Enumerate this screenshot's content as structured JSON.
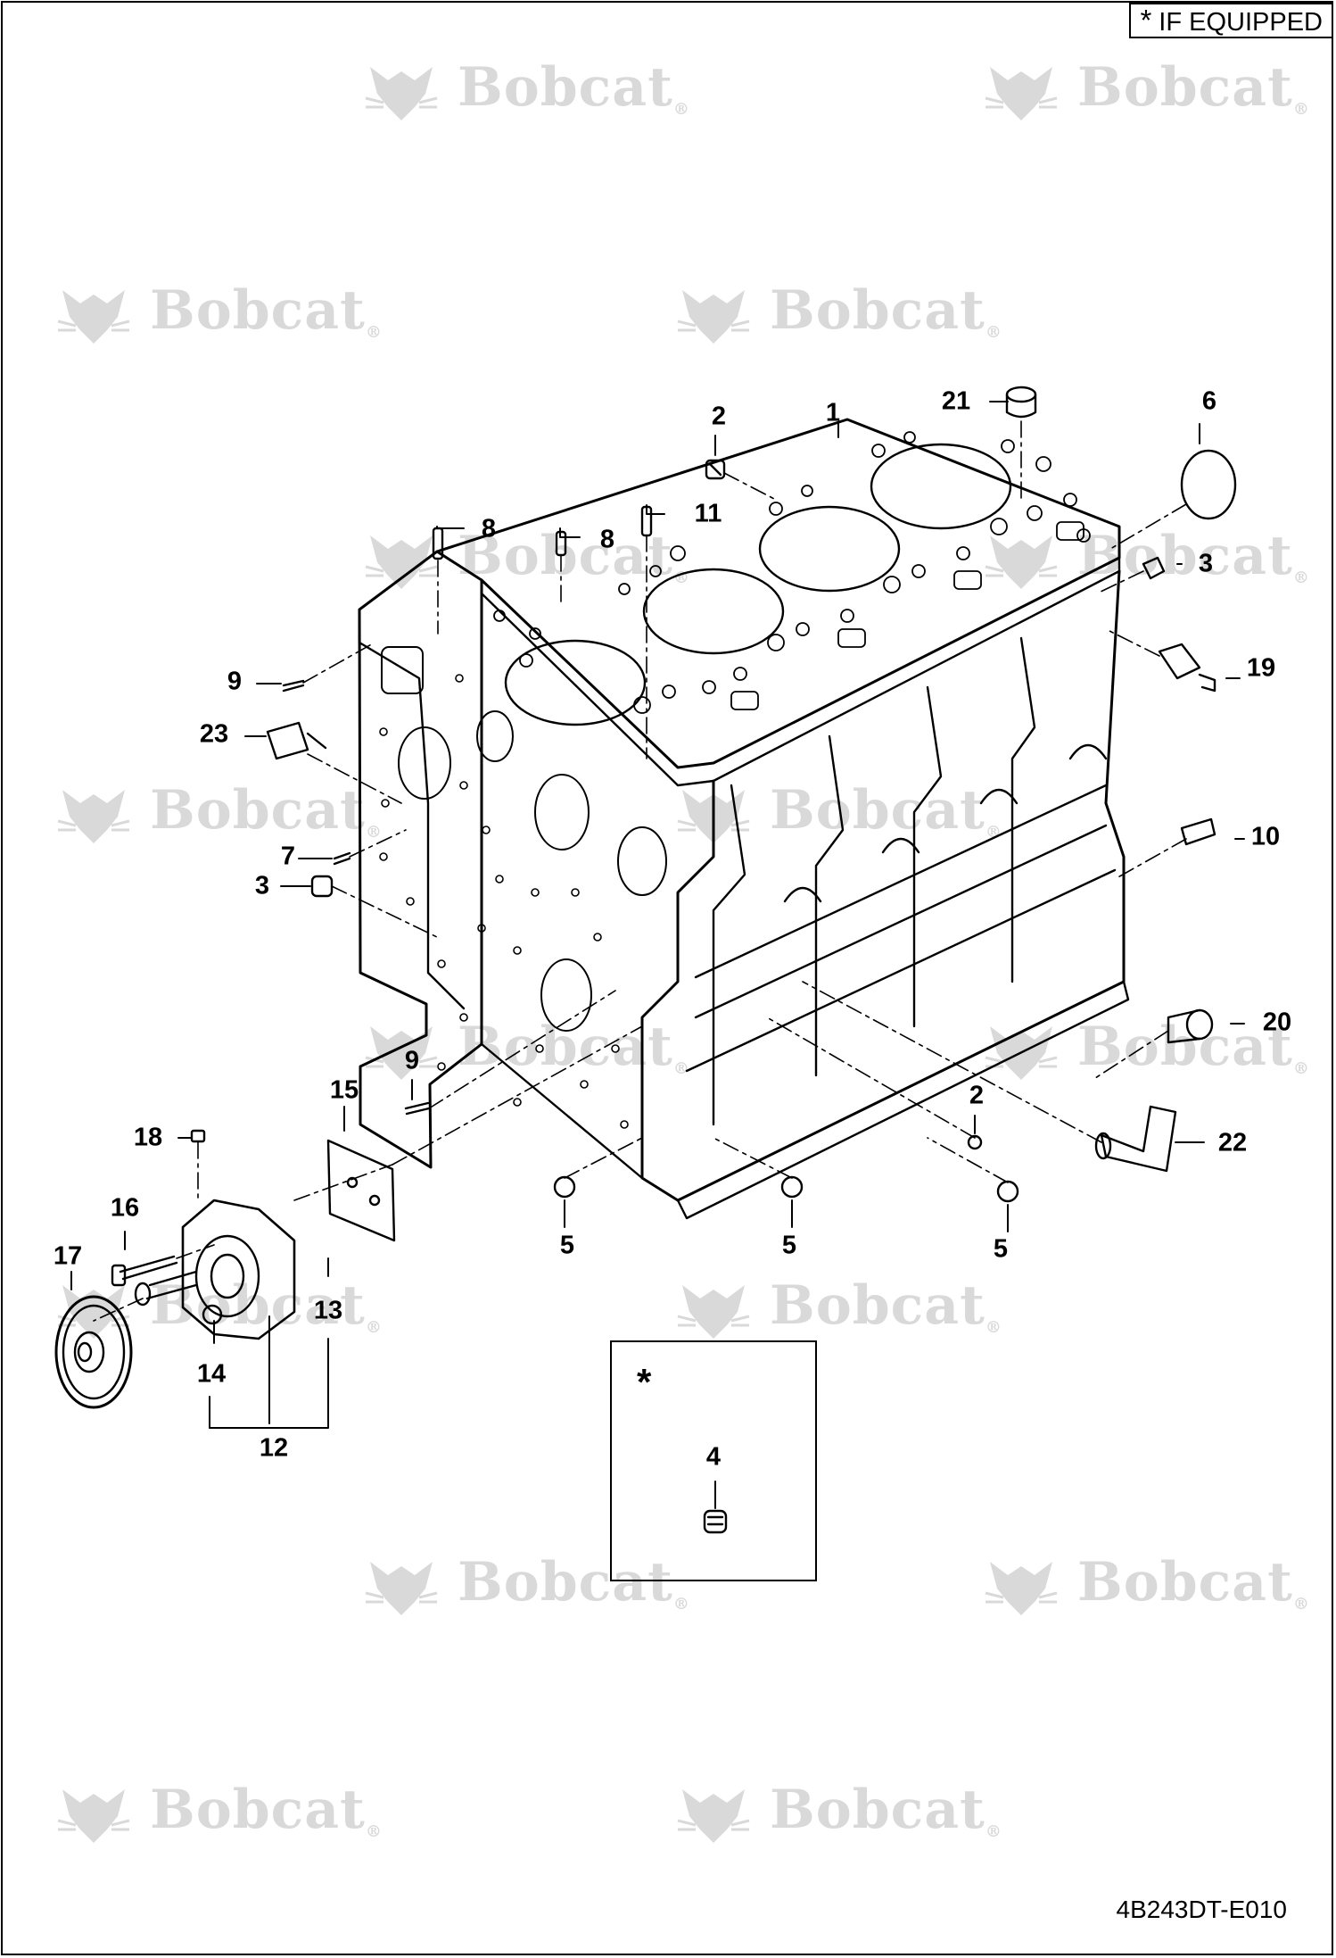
{
  "legend": {
    "symbol": "*",
    "text": "IF EQUIPPED"
  },
  "watermark": {
    "text": "Bobcat",
    "mark": "®",
    "color": "#d9d9d9"
  },
  "drawing_code": "4B243DT-E010",
  "optional_box": {
    "symbol": "*",
    "part": "4"
  },
  "callouts": [
    "1",
    "2",
    "2",
    "3",
    "3",
    "4",
    "5",
    "5",
    "5",
    "6",
    "7",
    "8",
    "8",
    "9",
    "9",
    "10",
    "11",
    "12",
    "13",
    "14",
    "15",
    "16",
    "17",
    "18",
    "19",
    "20",
    "21",
    "22",
    "23"
  ],
  "icons": [
    "bobcat-logo-icon"
  ]
}
